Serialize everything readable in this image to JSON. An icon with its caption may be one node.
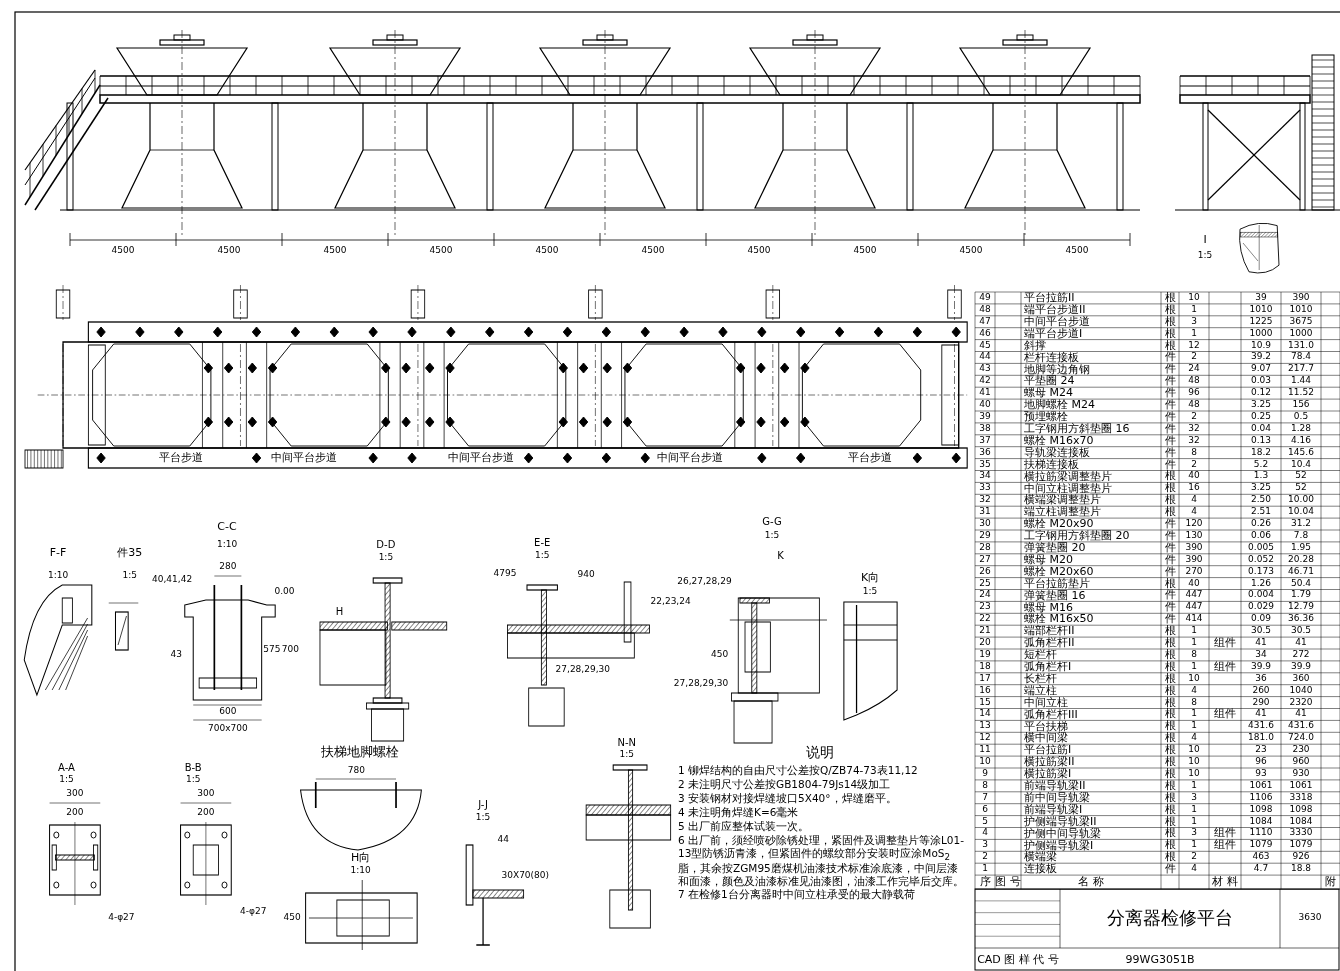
{
  "diagram": {
    "labels": [
      "4500",
      "4500",
      "4500",
      "4500",
      "4500",
      "4500",
      "4500",
      "4500",
      "4500",
      "4500",
      "平台步道",
      "中间平台步道",
      "中间平台步道",
      "中间平台步道",
      "平台步道",
      "I",
      "1:5",
      "F-F",
      "1:10",
      "件35",
      "1:5",
      "C-C",
      "1:10",
      "D-D",
      "1:5",
      "E-E",
      "1:5",
      "G-G",
      "1:5",
      "K",
      "K向",
      "1:5",
      "280",
      "575",
      "700",
      "600",
      "700x700",
      "40,41,42",
      "43",
      "0.00",
      "H",
      "4795",
      "940",
      "22,23,24",
      "27,28,29,30",
      "26,27,28,29",
      "450",
      "27,28,29,30",
      "说明",
      "1 铆焊结构的自由尺寸公差按Q/ZB74-73表11,12",
      "2 未注明尺寸公差按GB1804-79Js14级加工",
      "3 安装钢材对接焊缝坡口5X40°，焊缝磨平。",
      "4 未注明角焊缝K=6毫米",
      "5 出厂前应整体试装一次。",
      "6 出厂前，须经喷砂除锈处理，紧固件及调整垫片等涂L01-13型防锈沥青漆，但紧固件的螺纹部分安装时应涂MoS$_{2}$脂，其余按ZGM95磨煤机油漆技术标准涂底漆，中间层漆和面漆，颜色及油漆标准见油漆图，油漆工作完毕后交库。",
      "7 在检修1台分离器时中间立柱承受的最大静载荷",
      "扶梯地脚螺栓",
      "A-A",
      "1:5",
      "B-B",
      "1:5",
      "N-N",
      "1:5",
      "780",
      "H向",
      "1:10",
      "J-J",
      "1:5",
      "300",
      "200",
      "4-φ27",
      "300",
      "200",
      "4-φ27",
      "450",
      "30X70(80)",
      "44",
      "49",
      "平台拉筋II",
      "根",
      "10",
      "39",
      "390",
      "48",
      "端平台步道II",
      "根",
      "1",
      "1010",
      "1010",
      "47",
      "中间平台步道",
      "根",
      "3",
      "1225",
      "3675",
      "46",
      "端平台步道I",
      "根",
      "1",
      "1000",
      "1000",
      "45",
      "斜撑",
      "根",
      "12",
      "10.9",
      "131.0",
      "44",
      "栏杆连接板",
      "件",
      "2",
      "39.2",
      "78.4",
      "43",
      "地脚等边角钢",
      "件",
      "24",
      "9.07",
      "217.7",
      "42",
      "平垫圈 24",
      "件",
      "48",
      "0.03",
      "1.44",
      "41",
      "螺母 M24",
      "件",
      "96",
      "0.12",
      "11.52",
      "40",
      "地脚螺栓 M24",
      "件",
      "48",
      "3.25",
      "156",
      "39",
      "预埋螺栓",
      "件",
      "2",
      "0.25",
      "0.5",
      "38",
      "工字钢用方斜垫圈 16",
      "件",
      "32",
      "0.04",
      "1.28",
      "37",
      "螺栓 M16x70",
      "件",
      "32",
      "0.13",
      "4.16",
      "36",
      "导轨梁连接板",
      "件",
      "8",
      "18.2",
      "145.6",
      "35",
      "扶梯连接板",
      "件",
      "2",
      "5.2",
      "10.4",
      "34",
      "横拉筋梁调整垫片",
      "根",
      "40",
      "1.3",
      "52",
      "33",
      "中间立柱调整垫片",
      "根",
      "16",
      "3.25",
      "52",
      "32",
      "横端梁调整垫片",
      "根",
      "4",
      "2.50",
      "10.00",
      "31",
      "端立柱调整垫片",
      "根",
      "4",
      "2.51",
      "10.04",
      "30",
      "螺栓 M20x90",
      "件",
      "120",
      "0.26",
      "31.2",
      "29",
      "工字钢用方斜垫圈 20",
      "件",
      "130",
      "0.06",
      "7.8",
      "28",
      "弹簧垫圈 20",
      "件",
      "390",
      "0.005",
      "1.95",
      "27",
      "螺母 M20",
      "件",
      "390",
      "0.052",
      "20.28",
      "26",
      "螺栓 M20x60",
      "件",
      "270",
      "0.173",
      "46.71",
      "25",
      "平台拉筋垫片",
      "根",
      "40",
      "1.26",
      "50.4",
      "24",
      "弹簧垫圈 16",
      "件",
      "447",
      "0.004",
      "1.79",
      "23",
      "螺母 M16",
      "件",
      "447",
      "0.029",
      "12.79",
      "22",
      "螺栓 M16x50",
      "件",
      "414",
      "0.09",
      "36.36",
      "21",
      "端部栏杆II",
      "根",
      "1",
      "30.5",
      "30.5",
      "20",
      "弧角栏杆II",
      "根",
      "1",
      "组件",
      "41",
      "41",
      "19",
      "短栏杆",
      "根",
      "8",
      "34",
      "272",
      "18",
      "弧角栏杆I",
      "根",
      "1",
      "组件",
      "39.9",
      "39.9",
      "17",
      "长栏杆",
      "根",
      "10",
      "36",
      "360",
      "16",
      "端立柱",
      "根",
      "4",
      "260",
      "1040",
      "15",
      "中间立柱",
      "根",
      "8",
      "290",
      "2320",
      "14",
      "弧角栏杆III",
      "根",
      "1",
      "组件",
      "41",
      "41",
      "13",
      "平台扶梯",
      "根",
      "1",
      "431.6",
      "431.6",
      "12",
      "横中间梁",
      "根",
      "4",
      "181.0",
      "724.0",
      "11",
      "平台拉筋I",
      "根",
      "10",
      "23",
      "230",
      "10",
      "横拉筋梁II",
      "根",
      "10",
      "96",
      "960",
      "9",
      "横拉筋梁I",
      "根",
      "10",
      "93",
      "930",
      "8",
      "前端导轨梁II",
      "根",
      "1",
      "1061",
      "1061",
      "7",
      "前中间导轨梁",
      "根",
      "3",
      "1106",
      "3318",
      "6",
      "前端导轨梁I",
      "根",
      "1",
      "1098",
      "1098",
      "5",
      "护侧端导轨梁II",
      "根",
      "1",
      "1084",
      "1084",
      "4",
      "护侧中间导轨梁",
      "根",
      "3",
      "组件",
      "1110",
      "3330",
      "3",
      "护侧端导轨梁I",
      "根",
      "1",
      "组件",
      "1079",
      "1079",
      "2",
      "横端梁",
      "根",
      "2",
      "463",
      "926",
      "1",
      "连接板",
      "件",
      "4",
      "4.7",
      "18.8",
      "序",
      "图 号",
      "名 称",
      "材 料",
      "附",
      "分离器检修平台",
      "CAD 图 样 代 号",
      "99WG3051B",
      "3630"
    ]
  }
}
